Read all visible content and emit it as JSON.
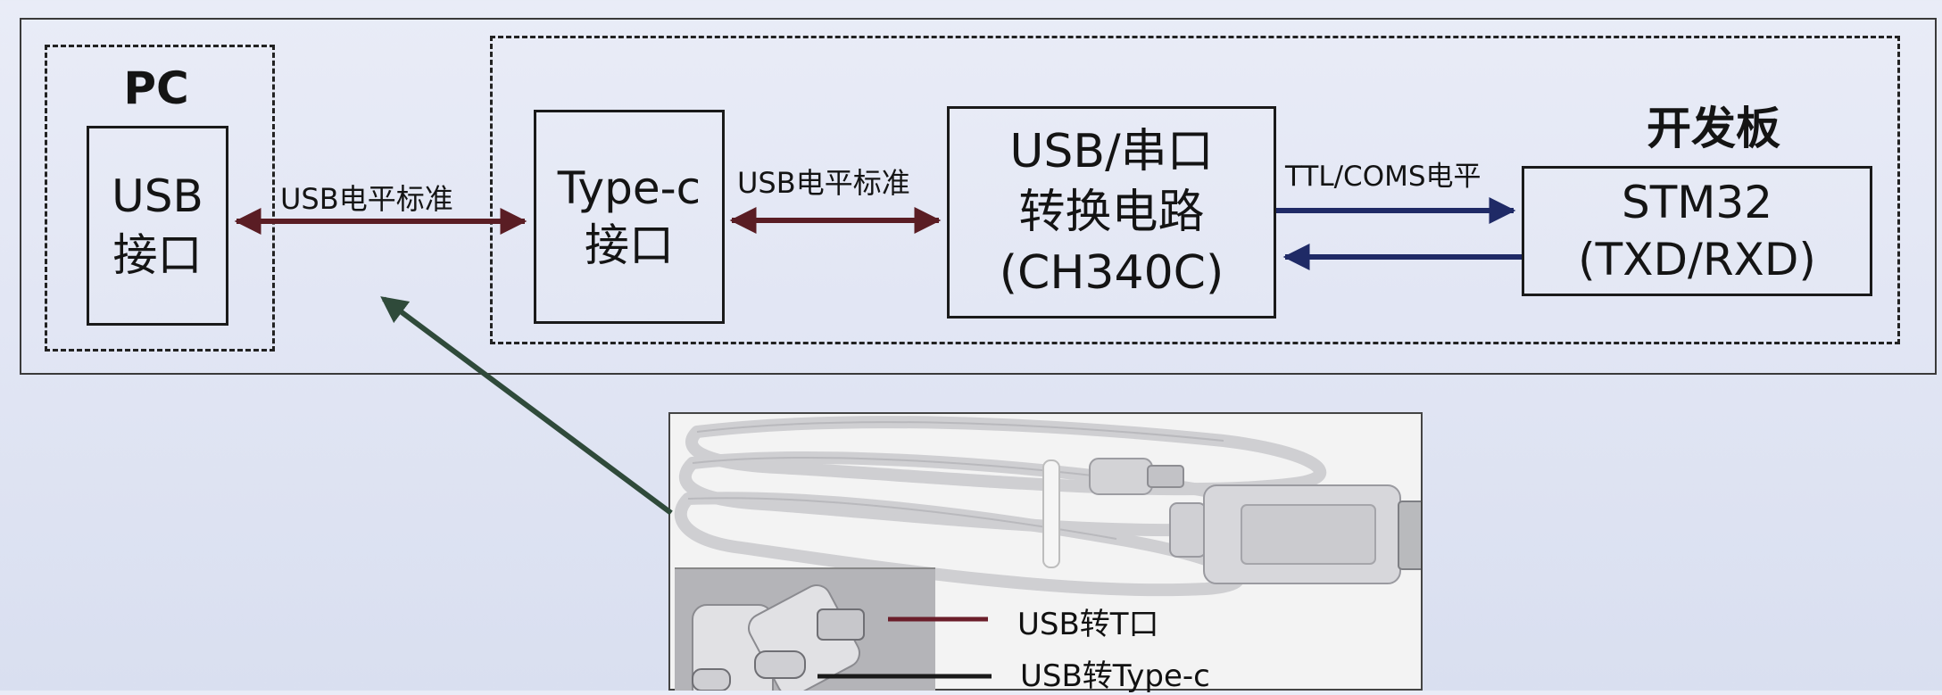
{
  "pc": {
    "title": "PC",
    "usb_port_line1": "USB",
    "usb_port_line2": "接口"
  },
  "board": {
    "title": "开发板"
  },
  "typec": {
    "line1": "Type-c",
    "line2": "接口"
  },
  "bridge": {
    "line1": "USB/串口",
    "line2": "转换电路",
    "line3": "(CH340C)"
  },
  "mcu": {
    "line1": "STM32",
    "line2": "(TXD/RXD)"
  },
  "labels": {
    "usb_level_1": "USB电平标准",
    "usb_level_2": "USB电平标准",
    "ttl_level": "TTL/COMS电平"
  },
  "legend": {
    "usb_t": "USB转T口",
    "usb_typec": "USB转Type-c"
  },
  "colors": {
    "usb_arrow": "#5a1d24",
    "serial_arrow": "#1f2a66",
    "pointer_arrow": "#2f4a3a",
    "legend_t": "#6b1e2a",
    "legend_typec": "#1a1a1a"
  }
}
